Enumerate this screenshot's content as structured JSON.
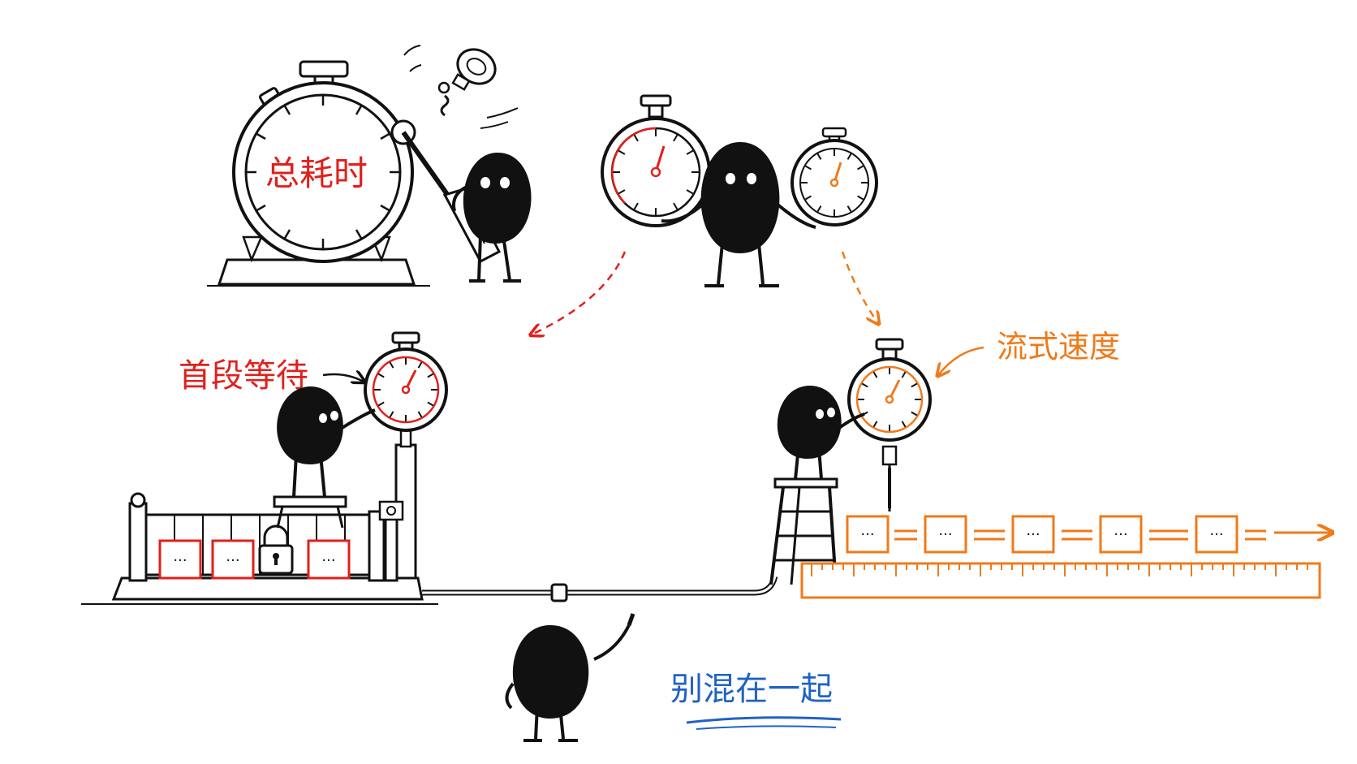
{
  "labels": {
    "total_time": "总耗时",
    "first_wait": "首段等待",
    "stream_speed": "流式速度",
    "dont_mix": "别混在一起"
  },
  "chunk_glyph": "···",
  "icons": {
    "big_stopwatch": "stopwatch-icon",
    "small_stopwatch": "stopwatch-icon",
    "lock": "padlock-icon",
    "ruler": "ruler-icon",
    "screwdriver": "screwdriver-icon",
    "ladder": "ladder-icon"
  },
  "colors": {
    "first_wait": "#e0201c",
    "stream_speed": "#f07a1a",
    "dont_mix": "#1f63c4",
    "ink": "#111111"
  },
  "first_wait_chunks": [
    "···",
    "···",
    "···"
  ],
  "stream_chunks": [
    "···",
    "···",
    "···",
    "···",
    "···"
  ]
}
